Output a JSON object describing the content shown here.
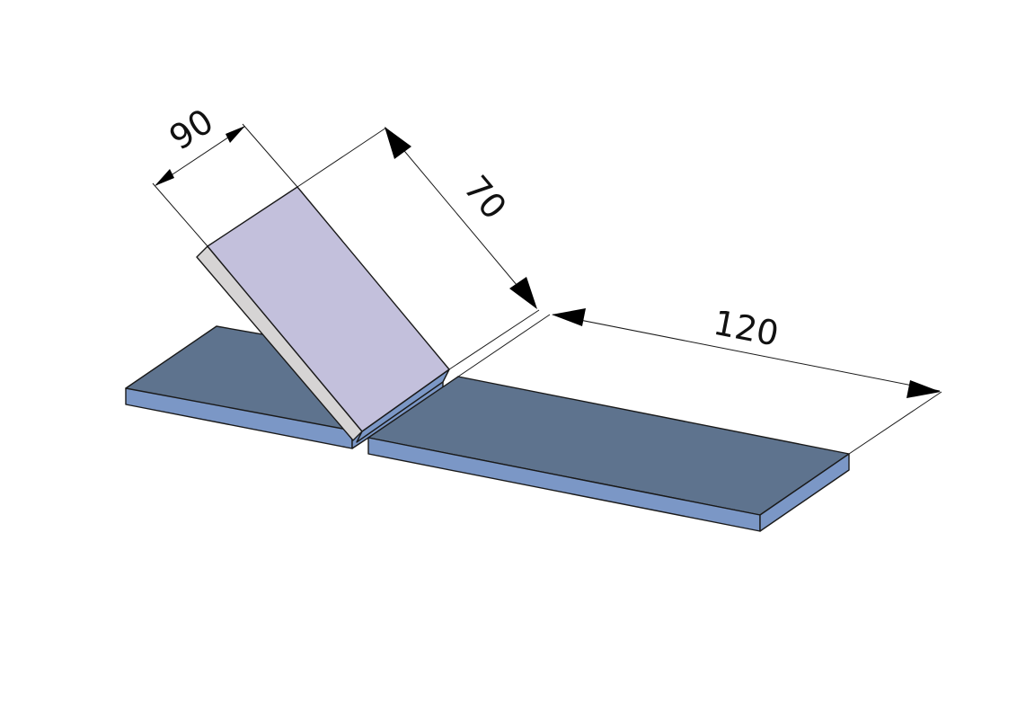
{
  "dimensions": {
    "width_label": "90",
    "backrest_length_label": "70",
    "seat_length_label": "120"
  },
  "colors": {
    "panel_top": "#5e738e",
    "panel_side": "#7b97c6",
    "backrest_face": "#c3c0dc",
    "backrest_edge": "#d6d4d4",
    "line": "#1a1a1a",
    "background": "#ffffff"
  }
}
